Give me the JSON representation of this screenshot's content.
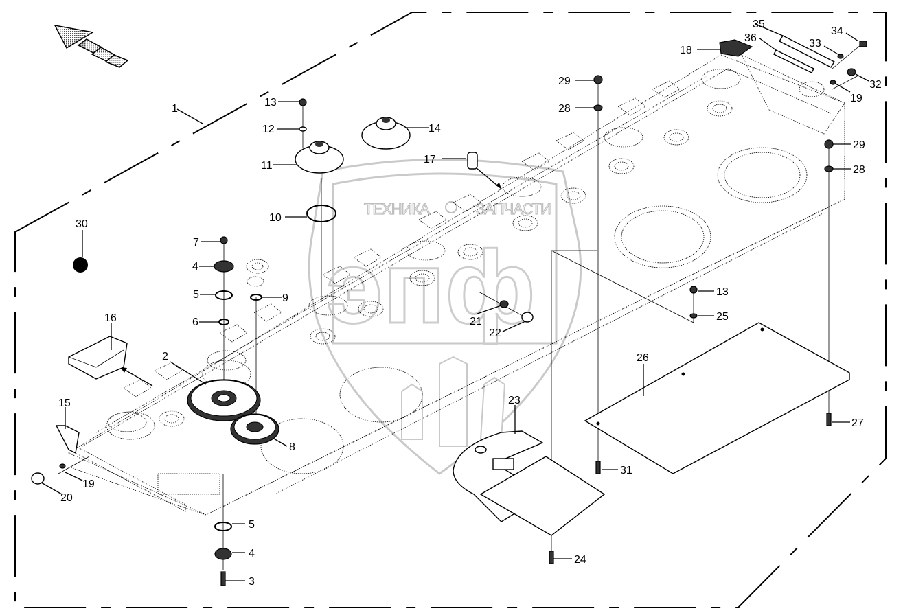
{
  "diagram": {
    "type": "exploded-parts-diagram",
    "watermark": {
      "text_left": "ТЕХНИКА",
      "text_right": "ЗАПЧАСТИ",
      "logo_letters": "эпф"
    },
    "direction_arrow": "travel-direction-arrow",
    "colors": {
      "line": "#000000",
      "watermark": "#c4c4c4",
      "background": "#ffffff"
    },
    "callouts": [
      {
        "id": "c1",
        "label": "1"
      },
      {
        "id": "c2",
        "label": "2"
      },
      {
        "id": "c3",
        "label": "3"
      },
      {
        "id": "c4a",
        "label": "4"
      },
      {
        "id": "c4b",
        "label": "4"
      },
      {
        "id": "c5a",
        "label": "5"
      },
      {
        "id": "c5b",
        "label": "5"
      },
      {
        "id": "c6",
        "label": "6"
      },
      {
        "id": "c7",
        "label": "7"
      },
      {
        "id": "c8",
        "label": "8"
      },
      {
        "id": "c9",
        "label": "9"
      },
      {
        "id": "c10",
        "label": "10"
      },
      {
        "id": "c11",
        "label": "11"
      },
      {
        "id": "c12",
        "label": "12"
      },
      {
        "id": "c13a",
        "label": "13"
      },
      {
        "id": "c13b",
        "label": "13"
      },
      {
        "id": "c14",
        "label": "14"
      },
      {
        "id": "c15",
        "label": "15"
      },
      {
        "id": "c16",
        "label": "16"
      },
      {
        "id": "c17",
        "label": "17"
      },
      {
        "id": "c18",
        "label": "18"
      },
      {
        "id": "c19a",
        "label": "19"
      },
      {
        "id": "c19b",
        "label": "19"
      },
      {
        "id": "c20",
        "label": "20"
      },
      {
        "id": "c21",
        "label": "21"
      },
      {
        "id": "c22",
        "label": "22"
      },
      {
        "id": "c23",
        "label": "23"
      },
      {
        "id": "c24",
        "label": "24"
      },
      {
        "id": "c25",
        "label": "25"
      },
      {
        "id": "c26",
        "label": "26"
      },
      {
        "id": "c27",
        "label": "27"
      },
      {
        "id": "c28a",
        "label": "28"
      },
      {
        "id": "c28b",
        "label": "28"
      },
      {
        "id": "c29a",
        "label": "29"
      },
      {
        "id": "c29b",
        "label": "29"
      },
      {
        "id": "c30",
        "label": "30"
      },
      {
        "id": "c31",
        "label": "31"
      },
      {
        "id": "c32",
        "label": "32"
      },
      {
        "id": "c33",
        "label": "33"
      },
      {
        "id": "c34",
        "label": "34"
      },
      {
        "id": "c35",
        "label": "35"
      },
      {
        "id": "c36",
        "label": "36"
      }
    ]
  }
}
